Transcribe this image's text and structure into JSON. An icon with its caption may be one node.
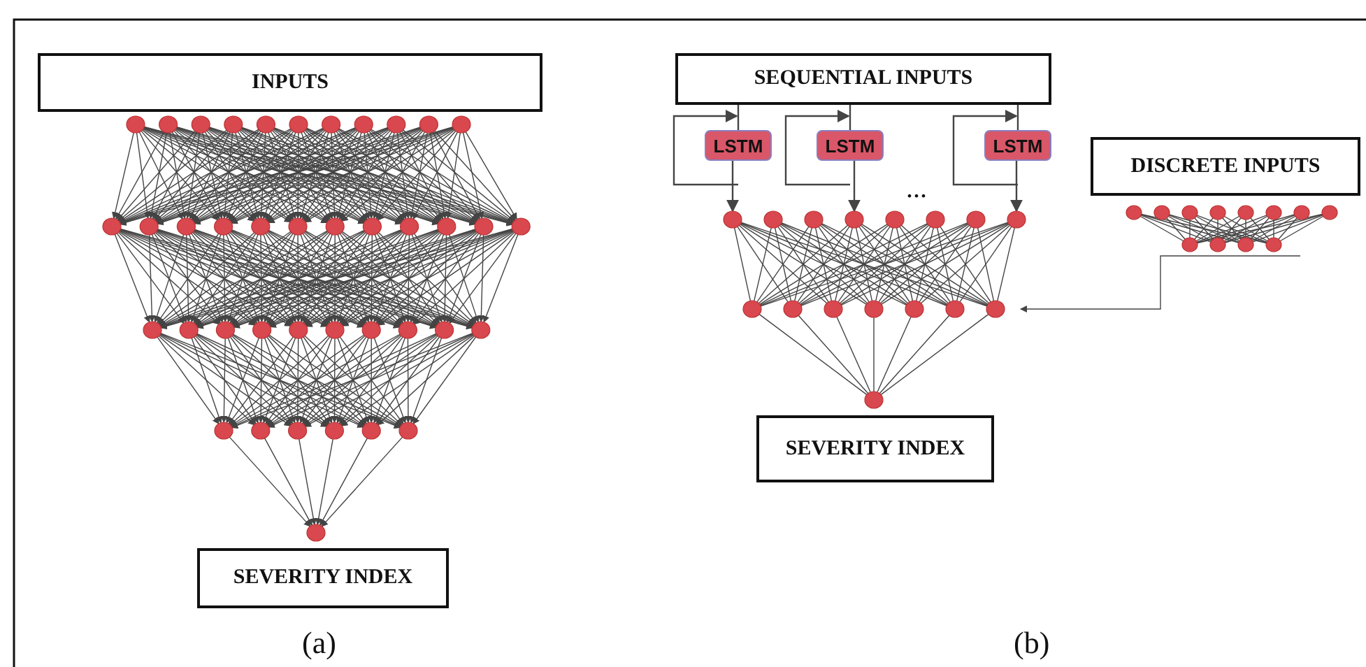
{
  "diagram": {
    "nodes": [
      {
        "text": [
          "INPUTS"
        ]
      },
      {
        "text": [],
        "shape": "circle"
      },
      {
        "text": [],
        "shape": "circle"
      },
      {
        "text": [],
        "shape": "circle"
      },
      {
        "text": [],
        "shape": "circle"
      },
      {
        "text": [],
        "shape": "circle"
      },
      {
        "text": [
          "SEVERITY INDEX"
        ]
      },
      {
        "text": [
          "SEQUENTIAL INPUTS"
        ]
      },
      {
        "text": [
          "LSTM"
        ]
      },
      {
        "text": [
          "LSTM"
        ]
      },
      {
        "text": [
          "LSTM"
        ]
      },
      {
        "text": [],
        "shape": "circle"
      },
      {
        "text": [],
        "shape": "circle"
      },
      {
        "text": [],
        "shape": "circle"
      },
      {
        "text": [
          "SEVERITY INDEX"
        ]
      },
      {
        "text": [
          "DISCRETE INPUTS"
        ]
      },
      {
        "text": [],
        "shape": "circle"
      },
      {
        "text": [],
        "shape": "circle"
      }
    ],
    "edges": [
      {
        "from": 1,
        "to": 2,
        "arrow": "to"
      },
      {
        "from": 2,
        "to": 3,
        "arrow": "to"
      },
      {
        "from": 3,
        "to": 4,
        "arrow": "to"
      },
      {
        "from": 4,
        "to": 5,
        "arrow": "to"
      },
      {
        "from": 7,
        "to": 8,
        "arrow": "none"
      },
      {
        "from": 7,
        "to": 9,
        "arrow": "none"
      },
      {
        "from": 7,
        "to": 10,
        "arrow": "none"
      },
      {
        "from": 8,
        "to": 8,
        "arrow": "to"
      },
      {
        "from": 9,
        "to": 9,
        "arrow": "to"
      },
      {
        "from": 10,
        "to": 10,
        "arrow": "to"
      },
      {
        "from": 8,
        "to": 11,
        "arrow": "to"
      },
      {
        "from": 9,
        "to": 11,
        "arrow": "to"
      },
      {
        "from": 10,
        "to": 11,
        "arrow": "to"
      },
      {
        "from": 11,
        "to": 12,
        "arrow": "none"
      },
      {
        "from": 12,
        "to": 13,
        "arrow": "none"
      },
      {
        "from": 16,
        "to": 17,
        "arrow": "none"
      },
      {
        "from": 17,
        "to": 12,
        "arrow": "to"
      }
    ],
    "labels": [
      "...",
      "(a)",
      "(b)"
    ]
  }
}
